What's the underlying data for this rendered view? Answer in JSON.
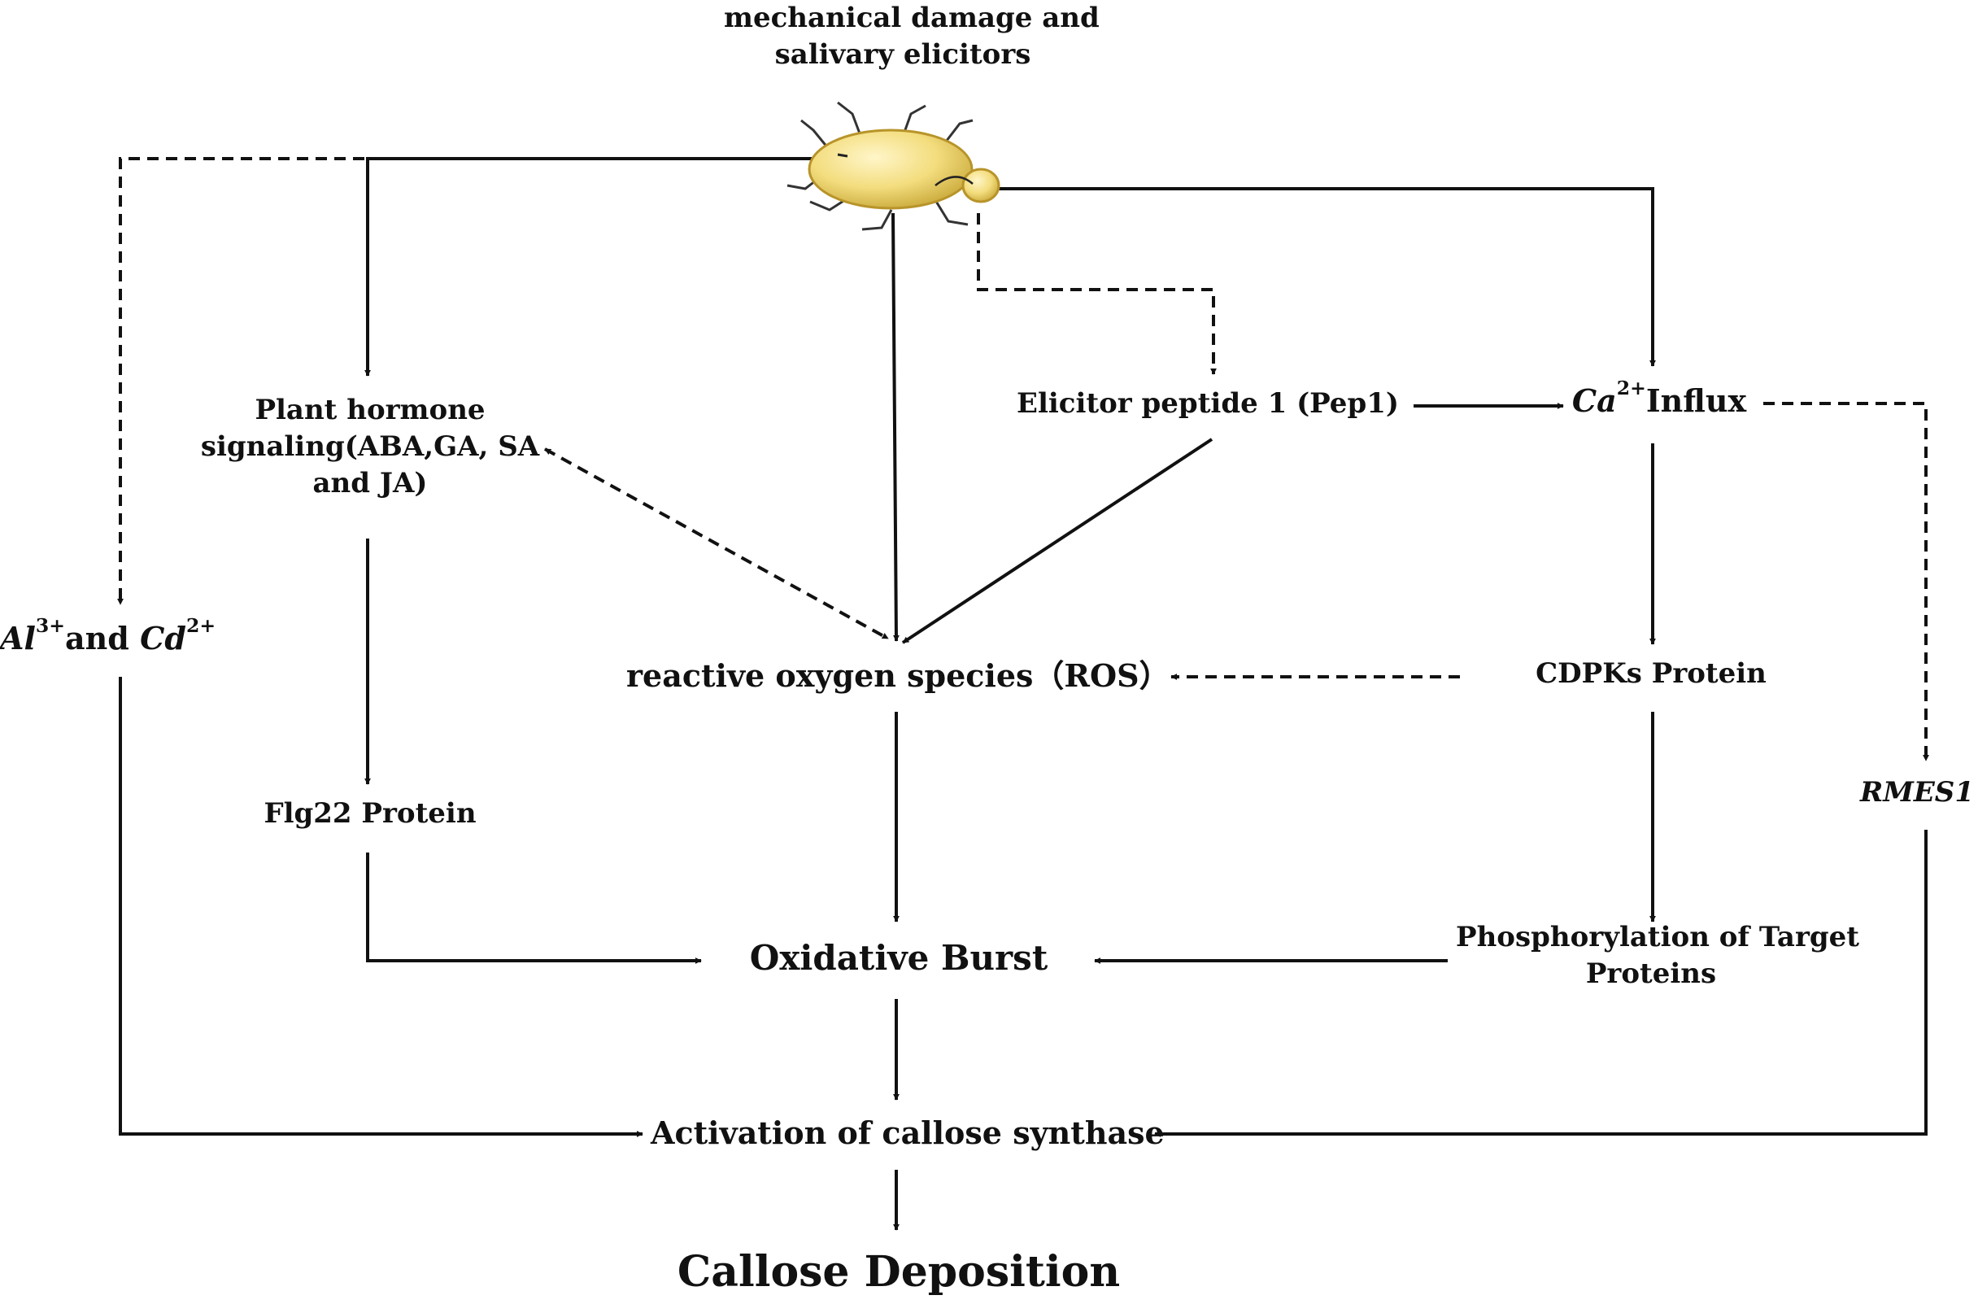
{
  "colors": {
    "ink": "#111111",
    "insect_body": "#f3dd7e",
    "insect_highlight": "#fff6c9",
    "insect_shadow": "#c9a93a"
  },
  "icons": {
    "insect": "insect-icon"
  },
  "nodes": {
    "trigger": {
      "line1": "mechanical damage and",
      "line2": "salivary elicitors"
    },
    "hormone": {
      "line1": "Plant hormone",
      "line2": "signaling(ABA,GA, SA",
      "line3": "and JA)"
    },
    "pep1": {
      "text": "Elicitor peptide 1 (Pep1)"
    },
    "calcium": {
      "symbol": "Ca",
      "charge": "2+",
      "text": "Influx"
    },
    "metals": {
      "al_symbol": "Al",
      "al_charge": "3+",
      "joiner": "and ",
      "cd_symbol": "Cd",
      "cd_charge": "2+"
    },
    "ros": {
      "text": "reactive oxygen species（ROS）"
    },
    "cdpk": {
      "text": "CDPKs Protein"
    },
    "flg22": {
      "text": "Flg22 Protein"
    },
    "rmes1": {
      "text": "RMES1"
    },
    "burst": {
      "text": "Oxidative Burst"
    },
    "phospho": {
      "line1": "Phosphorylation of Target",
      "line2": "Proteins"
    },
    "synthase": {
      "text": "Activation of callose synthase"
    },
    "deposition": {
      "text": "Callose Deposition"
    }
  }
}
